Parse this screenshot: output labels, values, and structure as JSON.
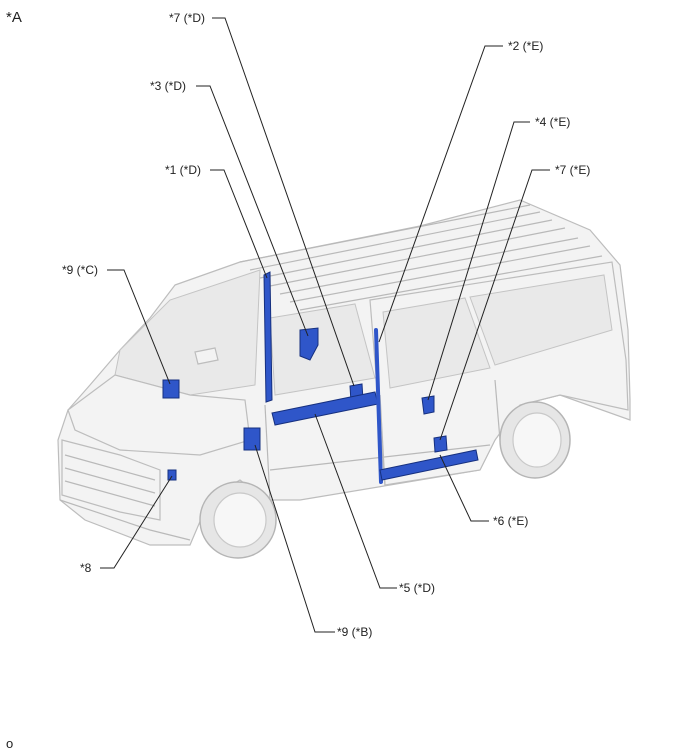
{
  "diagram": {
    "corner_label": "*A",
    "bottom_code": "o",
    "callouts": {
      "c7d": "*7 (*D)",
      "c3d": "*3 (*D)",
      "c1d": "*1 (*D)",
      "c9c": "*9 (*C)",
      "c2e": "*2 (*E)",
      "c4e": "*4 (*E)",
      "c7e": "*7 (*E)",
      "c6e": "*6 (*E)",
      "c8": "*8",
      "c5d": "*5 (*D)",
      "c9b": "*9 (*B)"
    },
    "colors": {
      "highlight": "#2f56c9",
      "vehicle": "#f3f3f3"
    },
    "icon": "van-illustration"
  }
}
